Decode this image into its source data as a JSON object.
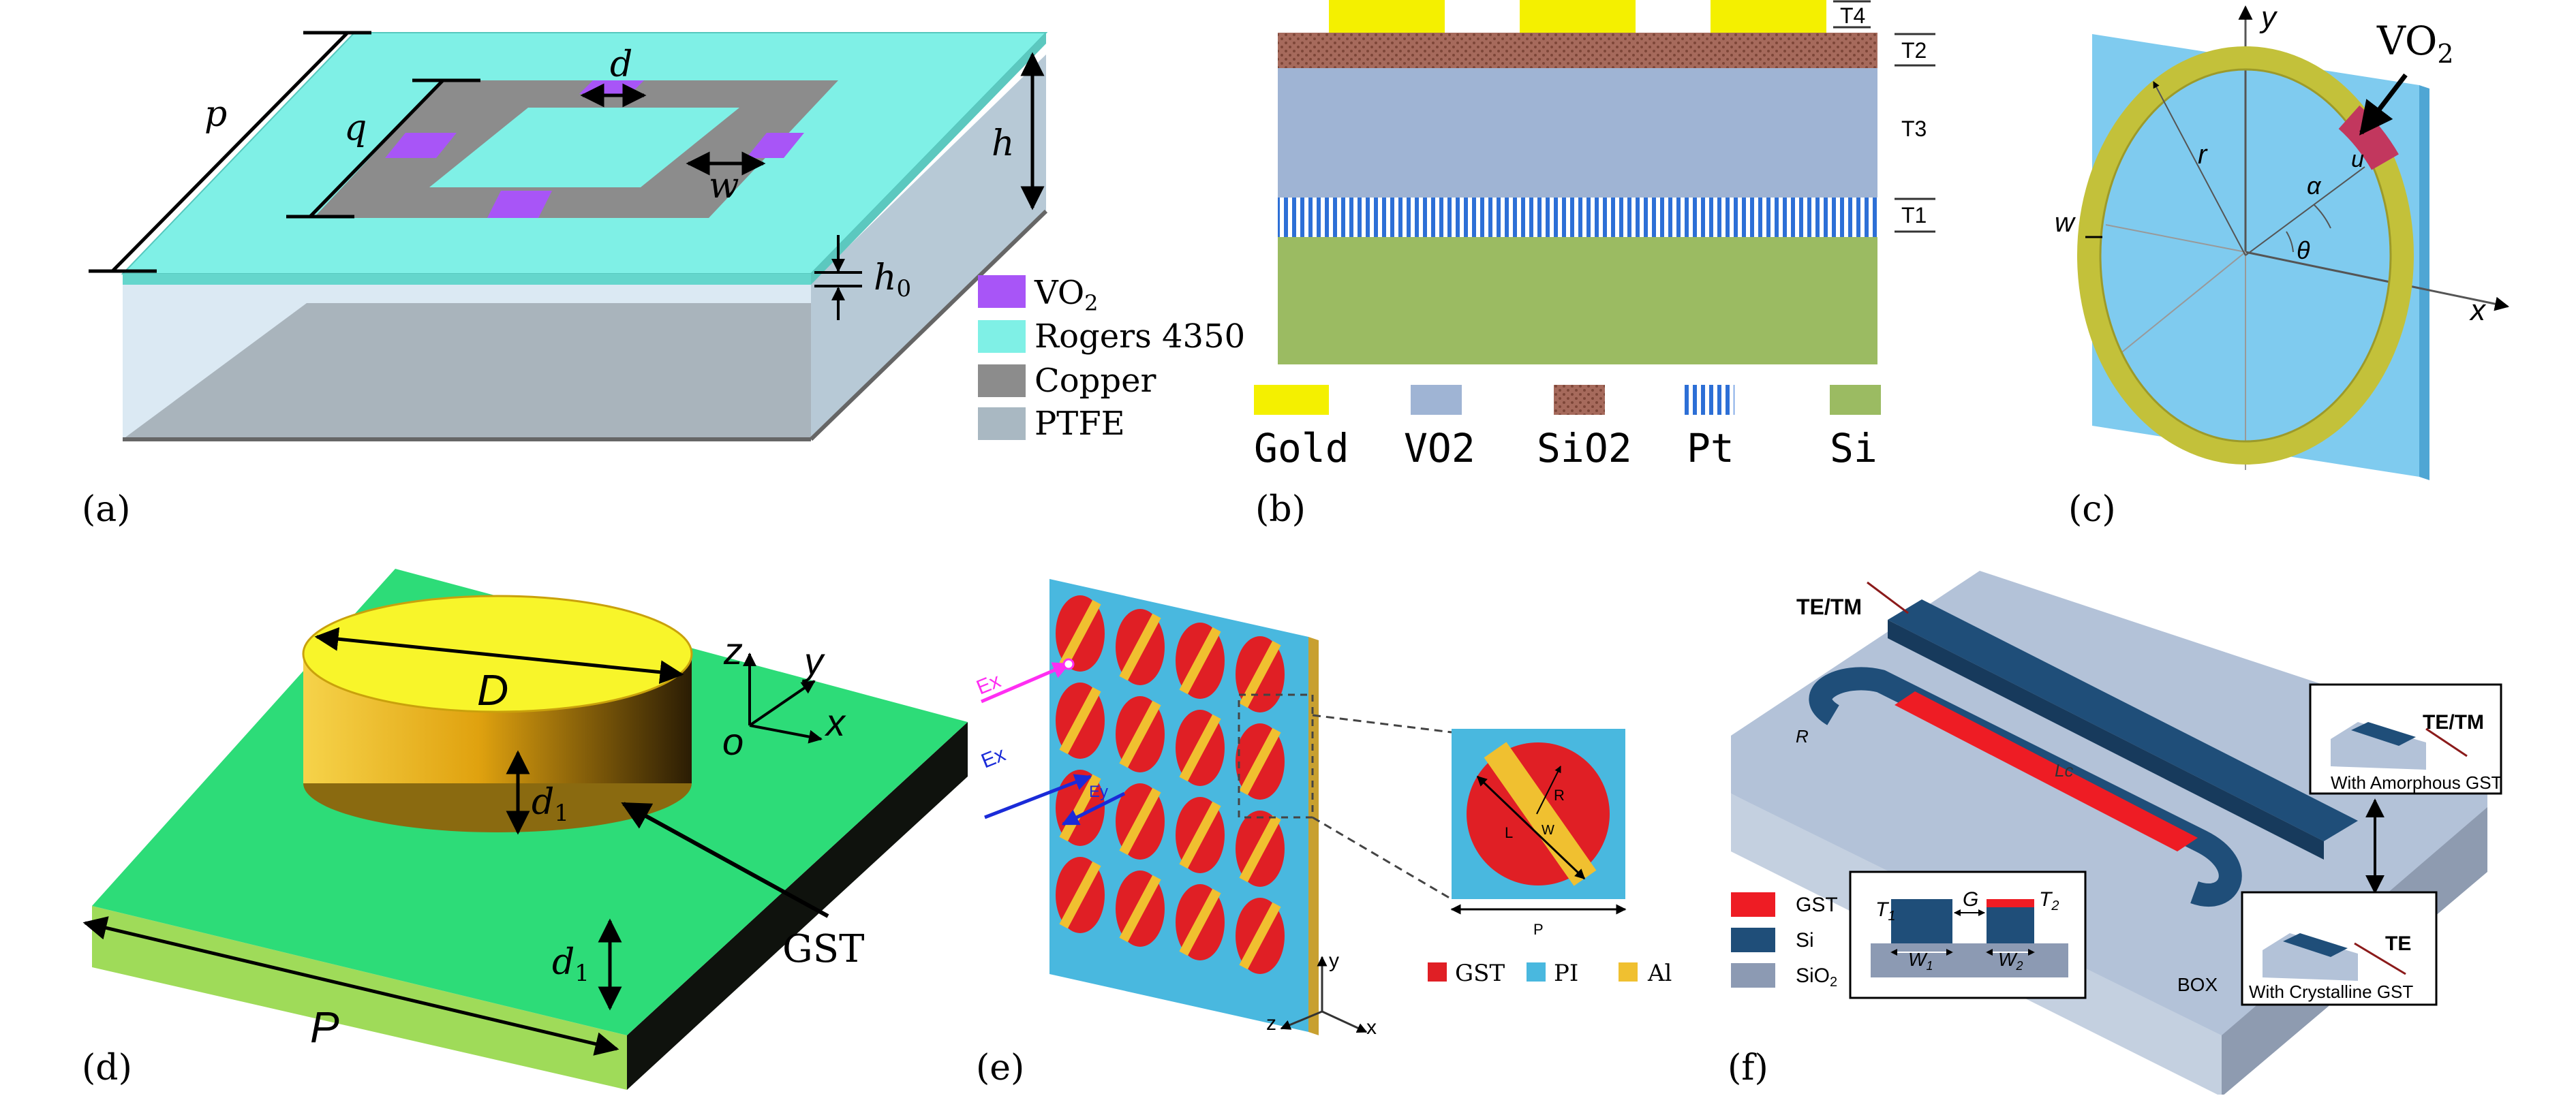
{
  "panels": {
    "a": {
      "caption": "(a)",
      "dims": {
        "p": "p",
        "q": "q",
        "d": "d",
        "w": "w",
        "h": "h",
        "h0_main": "h",
        "h0_sub": "0"
      },
      "legend": [
        {
          "label_main": "VO",
          "label_sub": "2",
          "color": "#a855f7"
        },
        {
          "label_main": "Rogers 4350",
          "label_sub": "",
          "color": "#7ff0e6"
        },
        {
          "label_main": "Copper",
          "label_sub": "",
          "color": "#8c8c8c"
        },
        {
          "label_main": "PTFE",
          "label_sub": "",
          "color": "#a9b8c2"
        }
      ]
    },
    "b": {
      "caption": "(b)",
      "layers": [
        "T4",
        "T2",
        "T3",
        "T1"
      ],
      "legend": [
        {
          "label": "Gold",
          "color": "#f4f000"
        },
        {
          "label": "VO2",
          "color": "#9fb4d4"
        },
        {
          "label": "SiO2",
          "color": "#a66a5c"
        },
        {
          "label": "Pt",
          "color": "#2d6fd6"
        },
        {
          "label": "Si",
          "color": "#9bbb62"
        }
      ]
    },
    "c": {
      "caption": "(c)",
      "axis_x": "x",
      "axis_y": "y",
      "material_main": "VO",
      "material_sub": "2",
      "r": "r",
      "w": "w",
      "alpha": "α",
      "theta": "θ",
      "u": "u"
    },
    "d": {
      "caption": "(d)",
      "D": "D",
      "P": "P",
      "d1_main": "d",
      "d1_sub": "1",
      "material": "GST",
      "axis_z": "z",
      "axis_y": "y",
      "axis_x": "x",
      "origin": "o"
    },
    "e": {
      "caption": "(e)",
      "ex_top": "Ex",
      "ex_bottom": "Ex",
      "ey": "Ey",
      "axis_y": "y",
      "axis_z": "z",
      "axis_x": "x",
      "inset_R": "R",
      "inset_L": "L",
      "inset_W": "W",
      "inset_P": "P",
      "legend": [
        {
          "label": "GST",
          "color": "#e01f25"
        },
        {
          "label": "PI",
          "color": "#49b8df"
        },
        {
          "label": "Al",
          "color": "#f0c030"
        }
      ]
    },
    "f": {
      "caption": "(f)",
      "te_tm_left": "TE/TM",
      "R": "R",
      "Lc": "Lc",
      "te_tm_inset": "TE/TM",
      "amorphous_label": "With Amorphous GST",
      "te": "TE",
      "crystalline_label": "With Crystalline GST",
      "box": "BOX",
      "T1_main": "T",
      "T1_sub": "1",
      "T2_main": "T",
      "T2_sub": "2",
      "G": "G",
      "W1_main": "W",
      "W1_sub": "1",
      "W2_main": "W",
      "W2_sub": "2",
      "legend": [
        {
          "label_main": "GST",
          "label_sub": "",
          "color": "#ee1c24"
        },
        {
          "label_main": "Si",
          "label_sub": "",
          "color": "#1f4e79"
        },
        {
          "label_main": "SiO",
          "label_sub": "2",
          "color": "#8c9ab3"
        }
      ]
    }
  }
}
